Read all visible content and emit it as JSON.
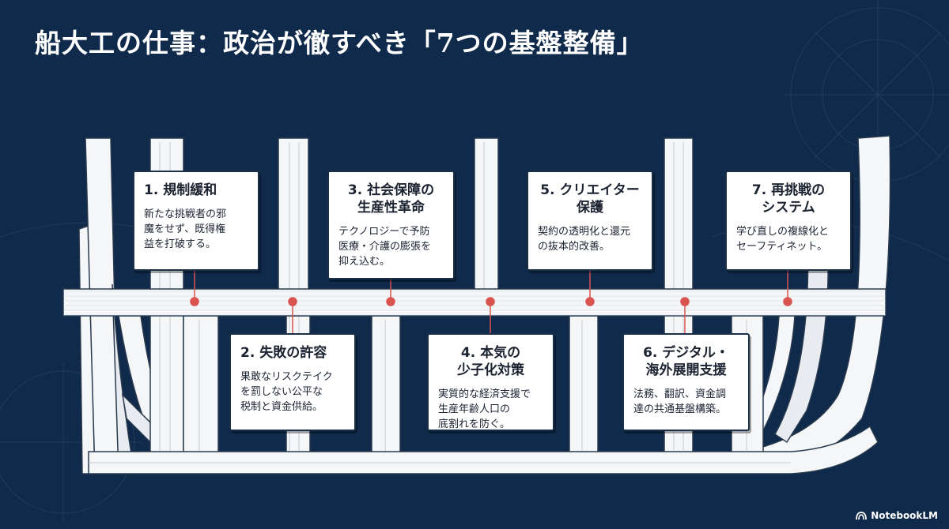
{
  "title": "船大工の仕事：政治が徹すべき「7つの基盤整備」",
  "brand": {
    "name": "NotebookLM"
  },
  "colors": {
    "background": "#0f2a4a",
    "wood": "#f4f6f8",
    "wood_line": "#2a3a4e",
    "connector": "#d9534f"
  },
  "items": [
    {
      "heading": "1. 規制緩和",
      "body": "新たな挑戦者の邪\n魔をせず、既得権\n益を打破する。"
    },
    {
      "heading": "2. 失敗の許容",
      "body": "果敢なリスクテイク\nを罰しない公平な\n税制と資金供給。"
    },
    {
      "heading": "3. 社会保障の\n生産性革命",
      "body": "テクノロジーで予防\n医療・介護の膨張を\n抑え込む。"
    },
    {
      "heading": "4. 本気の\n少子化対策",
      "body": "実質的な経済支援で\n生産年齢人口の\n底割れを防ぐ。"
    },
    {
      "heading": "5. クリエイター\n保護",
      "body": "契約の透明化と還元\nの抜本的改善。"
    },
    {
      "heading": "6. デジタル・\n海外展開支援",
      "body": "法務、翻訳、資金調\n達の共通基盤構築。"
    },
    {
      "heading": "7. 再挑戦の\nシステム",
      "body": "学び直しの複線化と\nセーフティネット。"
    }
  ]
}
